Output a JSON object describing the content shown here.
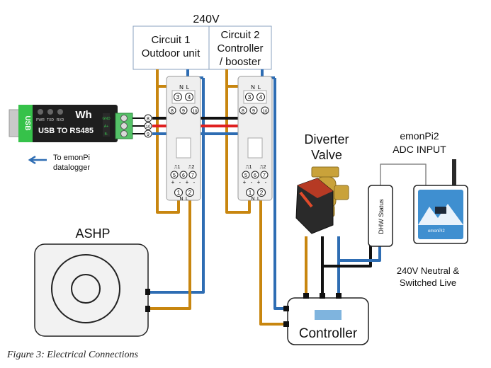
{
  "header": {
    "supply": "240V"
  },
  "circuits": [
    {
      "line1": "Circuit 1",
      "line2": "Outdoor unit",
      "line3": ""
    },
    {
      "line1": "Circuit 2",
      "line2": "Controller",
      "line3": "/ booster"
    }
  ],
  "converter": {
    "side_label": "USB",
    "leds": [
      "PWR",
      "TXD",
      "RXD"
    ],
    "brand": "Wh",
    "model": "USB TO RS485",
    "pins": [
      "GND",
      "A+",
      "B-"
    ]
  },
  "note": {
    "line1": "To emonPi",
    "line2": "datalogger"
  },
  "meter": {
    "top_terminals": [
      "3",
      "4"
    ],
    "top_letters": [
      "N",
      "L"
    ],
    "bus_terminals": [
      "8",
      "9",
      "10"
    ],
    "pulse_labels": [
      "⎍1",
      "⎍2"
    ],
    "mid_terminals": [
      "5",
      "6",
      "7"
    ],
    "mid_signs": [
      "+",
      "-",
      "+",
      "-"
    ],
    "bottom_terminals": [
      "1",
      "2"
    ],
    "bottom_letters": [
      "N",
      "L"
    ]
  },
  "bus_markers": [
    "8",
    "10",
    "9"
  ],
  "valve": {
    "line1": "Diverter",
    "line2": "Valve"
  },
  "emonpi": {
    "line1": "emonPi2",
    "line2": "ADC INPUT",
    "screen_text": "emonPi2"
  },
  "dhw": {
    "label": "DHW Status"
  },
  "ashp": {
    "label": "ASHP"
  },
  "controller": {
    "label": "Controller"
  },
  "neutral_note": {
    "line1": "240V Neutral &",
    "line2": "Switched Live"
  },
  "caption": "Figure 3: Electrical Connections",
  "colors": {
    "brown": "#c8860f",
    "blue": "#2e6db3",
    "black": "#111111",
    "red": "#e02020",
    "signal": "#888888",
    "usb_green": "#36c24a",
    "connector_green": "#54c267",
    "brass": "#c9a23a",
    "actuator_red": "#b63a24",
    "emonpi_blue": "#3f8fd0"
  }
}
